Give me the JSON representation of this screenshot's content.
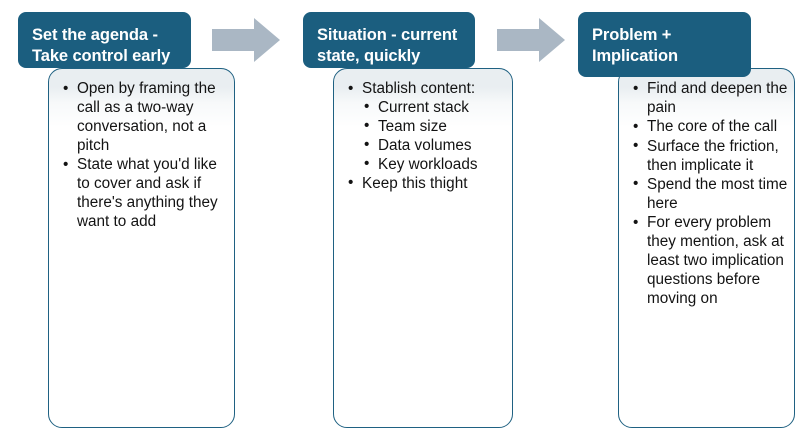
{
  "slide": {
    "background_color": "#ffffff",
    "accent_color": "#1b5e7f",
    "arrow_color": "#aab7c4",
    "body_border_color": "#1f6182",
    "body_top_tint": "#e9eef1",
    "text_color": "#131313"
  },
  "columns": [
    {
      "id": "agenda",
      "header": "Set the agenda - Take control early",
      "bullets": [
        {
          "text": "Open by framing the call as a two-way conversation, not a pitch",
          "children": []
        },
        {
          "text": "State what you'd like to cover and ask if there's anything they want to add",
          "children": []
        }
      ]
    },
    {
      "id": "situation",
      "header": "Situation - current state, quickly",
      "bullets": [
        {
          "text": "Stablish content:",
          "children": [
            "Current stack",
            "Team size",
            "Data volumes",
            "Key workloads"
          ]
        },
        {
          "text": "Keep this thight",
          "children": []
        }
      ]
    },
    {
      "id": "problem",
      "header": "Problem + Implication",
      "bullets": [
        {
          "text": "Find and deepen the pain",
          "children": []
        },
        {
          "text": "The core of the call",
          "children": []
        },
        {
          "text": "Surface the friction, then implicate it",
          "children": []
        },
        {
          "text": "Spend the most time here",
          "children": []
        },
        {
          "text": "For every problem they mention, ask at least two implication questions before moving on",
          "children": []
        }
      ]
    }
  ],
  "arrows": [
    {
      "id": "arrow-1-to-2",
      "label": "right-arrow"
    },
    {
      "id": "arrow-2-to-3",
      "label": "right-arrow"
    }
  ]
}
